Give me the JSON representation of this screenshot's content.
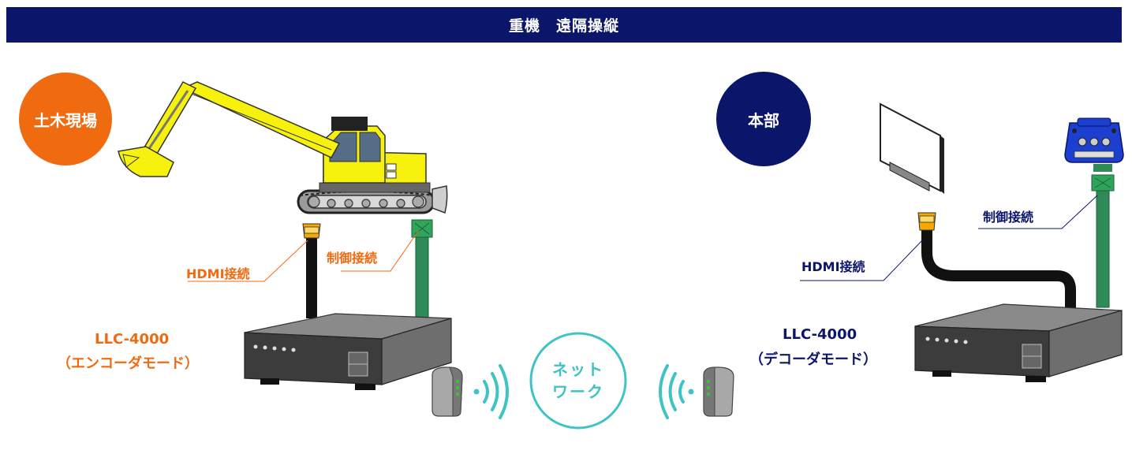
{
  "title": "重機　遠隔操縦",
  "site": {
    "label": "土木現場",
    "hdmi_label": "HDMI接続",
    "control_label": "制御接続",
    "device_model": "LLC-4000",
    "device_mode": "（エンコーダモード）"
  },
  "hq": {
    "label": "本部",
    "hdmi_label": "HDMI接続",
    "control_label": "制御接続",
    "device_model": "LLC-4000",
    "device_mode": "（デコーダモード）"
  },
  "network": {
    "line1": "ネット",
    "line2": "ワーク"
  },
  "colors": {
    "title_bar": "#0b1569",
    "site_orange": "#f06a10",
    "hq_navy": "#0b1569",
    "network_teal": "#3fc3c4",
    "excavator_yellow": "#f6f20e",
    "control_cable_green": "#2e8b57"
  },
  "icons": [
    "excavator-icon",
    "monitor-icon",
    "joystick-controller-icon",
    "encoder-box-icon",
    "decoder-box-icon",
    "wireless-router-icon",
    "wireless-signal-icon"
  ]
}
